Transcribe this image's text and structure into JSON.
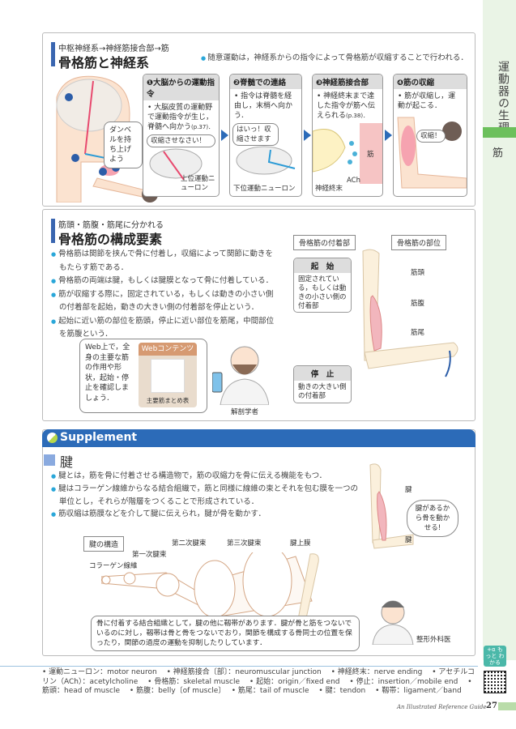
{
  "sidebar": {
    "chapter": "運動器の生理",
    "section": "筋"
  },
  "sec1": {
    "kicker": "中枢神経系→神経筋接合部→筋",
    "title": "骨格筋と神経系",
    "lead": "随意運動は，神経系からの指令によって骨格筋が収縮することで行われる．",
    "figure": {
      "speech": "ダンベルを持ち上げよう",
      "markers": [
        "1",
        "2",
        "3",
        "4"
      ]
    },
    "panels": [
      {
        "num": "❶",
        "title": "大脳からの運動指令",
        "text": "大脳皮質の運動野で運動指令が生じ，脊髄へ向かう",
        "ref": "(p.37)．",
        "callout": "収縮させなさい！",
        "label": "上位運動ニューロン"
      },
      {
        "num": "❷",
        "title": "脊髄での連絡",
        "text": "指令は脊髄を経由し，末梢へ向かう．",
        "callout": "はいっ！収縮させます",
        "label": "下位運動ニューロン"
      },
      {
        "num": "❸",
        "title": "神経筋接合部",
        "text": "神経終末まで達した指令が筋へ伝えられる",
        "ref": "(p.38)．",
        "label": "神経終末",
        "label2": "ACh",
        "label3": "筋"
      },
      {
        "num": "❹",
        "title": "筋の収縮",
        "text": "筋が収縮し，運動が起こる．",
        "callout": "収縮！"
      }
    ]
  },
  "sec2": {
    "kicker": "筋頭・筋腹・筋尾に分かれる",
    "title": "骨格筋の構成要素",
    "bullets": [
      "骨格筋は関節を挟んで骨に付着し，収縮によって関節に動きをもたらす筋である．",
      "骨格筋の両端は腱，もしくは腱膜となって骨に付着している．",
      "筋が収縮する際に，固定されている，もしくは動きの小さい側の付着部を起始，動きの大きい側の付着部を停止という．",
      "起始に近い筋の部位を筋頭，停止に近い部位を筋尾，中間部位を筋腹という．"
    ],
    "web": {
      "speech": "Web上で，全身の主要な筋の作用や形状，起始・停止を確認しましょう．",
      "badge": "Webコンテンツ",
      "qr_caption": "主要筋まとめ表",
      "person": "解剖学者"
    },
    "tags": {
      "attach": "骨格筋の付着部",
      "part": "骨格筋の部位"
    },
    "origin": {
      "title": "起　始",
      "text": "固定されている，もしくは動きの小さい側の付着部"
    },
    "insertion": {
      "title": "停　止",
      "text": "動きの大きい側の付着部"
    },
    "parts": [
      "筋頭",
      "筋腹",
      "筋尾"
    ]
  },
  "supp": {
    "header": "Supplement",
    "title": "腱",
    "bullets": [
      "腱とは，筋を骨に付着させる構造物で，筋の収縮力を骨に伝える機能をもつ．",
      "腱はコラーゲン線維からなる結合組織で，筋と同様に線維の束とそれを包む膜を一つの単位とし，それらが階層をつくることで形成されている．",
      "筋収縮は筋膜などを介して腱に伝えられ，腱が骨を動かす．"
    ],
    "structure": {
      "tag": "腱の構造",
      "labels": [
        "コラーゲン線維",
        "第一次腱束",
        "第二次腱束",
        "第三次腱束",
        "腱上膜"
      ]
    },
    "arm": {
      "labels": [
        "腱",
        "腱"
      ],
      "speech": "腱があるから骨を動かせる!"
    },
    "note": "骨に付着する結合組織として，腱の他に靱帯があります．腱が骨と筋をつないでいるのに対し，靱帯は骨と骨をつないでおり，関節を構成する骨同士の位置を保ったり，関節の過度の運動を抑制したりしています．",
    "person": "整形外科医"
  },
  "glossary": [
    "運動ニューロン：motor neuron",
    "神経筋接合〔部〕：neuromuscular junction",
    "神経終末：nerve ending",
    "アセチルコリン（ACh）：acetylcholine",
    "骨格筋：skeletal muscle",
    "起始：origin／fixed end",
    "停止：insertion／mobile end",
    "筋頭：head of muscle",
    "筋腹：belly〔of muscle〕",
    "筋尾：tail of muscle",
    "腱：tendon",
    "靱帯：ligament／band"
  ],
  "more": {
    "badge": "+α もっと わかる"
  },
  "footer": {
    "book": "An Illustrated Reference Guide",
    "page": "27"
  }
}
